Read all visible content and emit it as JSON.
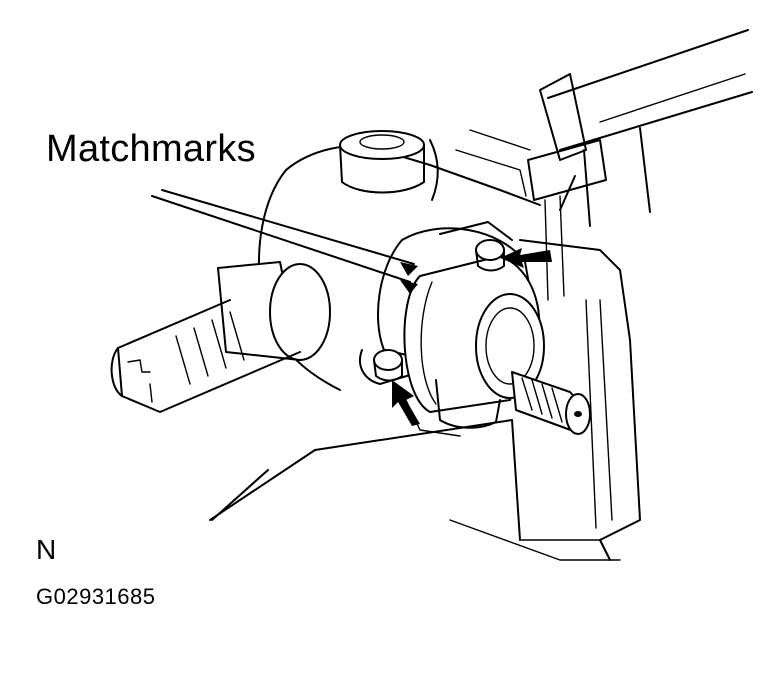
{
  "callout": {
    "label": "Matchmarks"
  },
  "view_code": "N",
  "figure_id": "G02931685",
  "colors": {
    "ink": "#000000",
    "paper": "#ffffff"
  }
}
